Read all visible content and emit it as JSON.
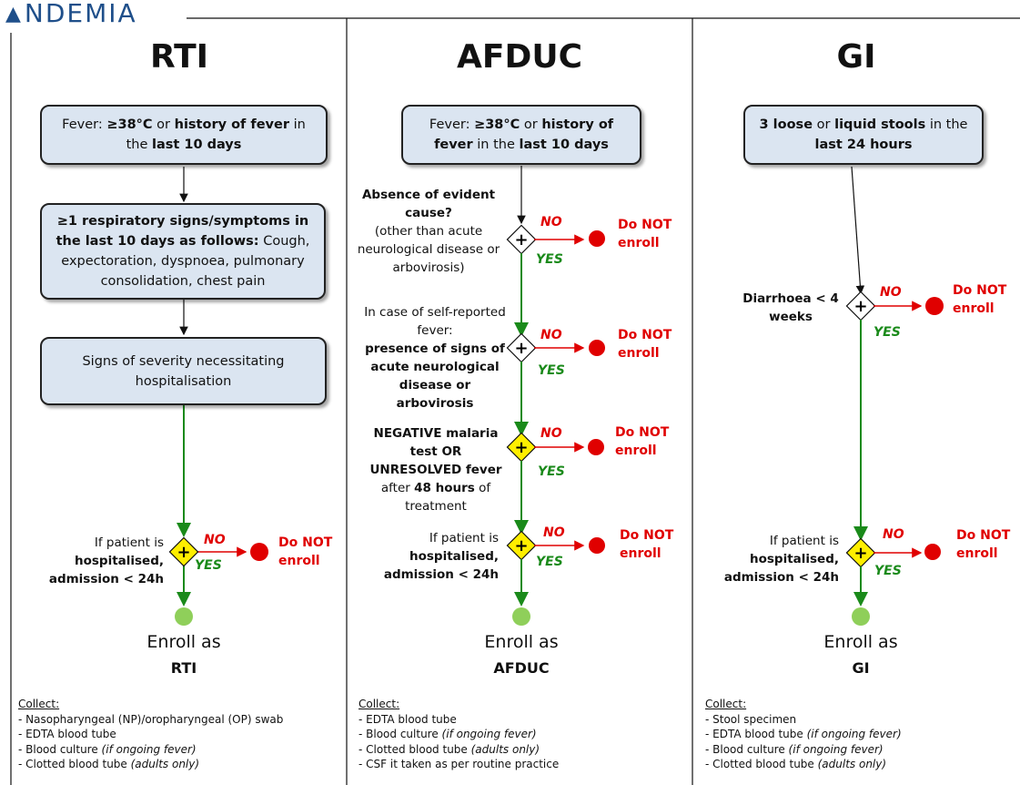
{
  "logo": {
    "text": "NDEMIA"
  },
  "columns": {
    "rti": {
      "title": "RTI",
      "box1": {
        "a": "Fever: ",
        "b": "≥38°C",
        "c": " or ",
        "d": "history of fever",
        "e": " in the ",
        "f": "last 10 days"
      },
      "box2": {
        "a": "≥1 respiratory signs/symptoms in the last 10 days as follows:",
        "b": " Cough, expectoration, dyspnoea, pulmonary consolidation, chest pain"
      },
      "box3": "Signs of severity necessitating hospitalisation",
      "decision1": {
        "a": "If patient is",
        "b": "hospitalised,",
        "c": "admission < 24h"
      },
      "enroll": "Enroll as",
      "enroll_label": "RTI",
      "collect_header": "Collect:",
      "collect_items": [
        "- Nasopharyngeal (NP)/oropharyngeal (OP) swab",
        "- EDTA blood tube",
        "- Blood culture ",
        "- Clotted blood tube "
      ],
      "collect_italic": [
        "",
        "",
        "(if ongoing fever)",
        "(adults only)"
      ]
    },
    "afduc": {
      "title": "AFDUC",
      "box1": {
        "a": "Fever: ",
        "b": "≥38°C",
        "c": " or ",
        "d": "history of fever",
        "e": " in the ",
        "f": "last 10 days"
      },
      "decision1": {
        "a": "Absence of evident cause?",
        "b": "(other than acute neurological disease or arbovirosis)"
      },
      "decision2": {
        "a": "In case of self-reported fever:",
        "b": "presence of signs of acute neurological disease or arbovirosis"
      },
      "decision3": {
        "a": "NEGATIVE malaria test OR UNRESOLVED fever",
        "b": " after ",
        "c": "48 hours",
        "d": " of treatment"
      },
      "decision4": {
        "a": "If patient is",
        "b": "hospitalised,",
        "c": "admission < 24h"
      },
      "enroll": "Enroll as",
      "enroll_label": "AFDUC",
      "collect_header": "Collect:",
      "collect_items": [
        "- EDTA blood tube",
        "- Blood culture ",
        "- Clotted blood tube ",
        "- CSF it taken as per routine practice"
      ],
      "collect_italic": [
        "",
        "(if ongoing fever)",
        "(adults only)",
        ""
      ]
    },
    "gi": {
      "title": "GI",
      "box1": {
        "a": "3 loose",
        "b": " or ",
        "c": "liquid stools",
        "d": " in the ",
        "e": "last 24 hours"
      },
      "decision1": {
        "a": "Diarrhoea < 4 weeks"
      },
      "decision2": {
        "a": "If patient is",
        "b": "hospitalised,",
        "c": "admission < 24h"
      },
      "enroll": "Enroll as",
      "enroll_label": "GI",
      "collect_header": "Collect:",
      "collect_items": [
        "- Stool specimen",
        "- EDTA blood tube ",
        "- Blood culture ",
        "- Clotted blood tube "
      ],
      "collect_italic": [
        "",
        "(if ongoing fever)",
        "(if ongoing fever)",
        "(adults only)"
      ]
    }
  },
  "labels": {
    "no": "NO",
    "yes": "YES",
    "do_not": "Do NOT",
    "enroll_word": "enroll"
  },
  "colors": {
    "box_fill": "#dbe5f1",
    "red": "#e00000",
    "green": "#1a8a1a",
    "yellow": "#ffee00",
    "end_green": "#8fcf5a"
  }
}
